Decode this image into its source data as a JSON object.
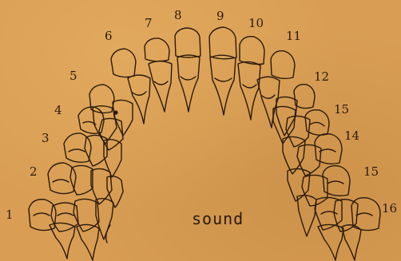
{
  "tooth_labels": {
    "t1": "1",
    "t2": "2",
    "t3": "3",
    "t4": "4",
    "t5": "5",
    "t6": "6",
    "t7": "7",
    "t8": "8",
    "t9": "9",
    "t10": "10",
    "t11": "11",
    "t12": "12",
    "t13": "15",
    "t14": "14",
    "t15": "15",
    "t16": "16"
  },
  "caption": "sound",
  "colors": {
    "paper": "#d99e54",
    "ink": "#2a1a0c"
  }
}
